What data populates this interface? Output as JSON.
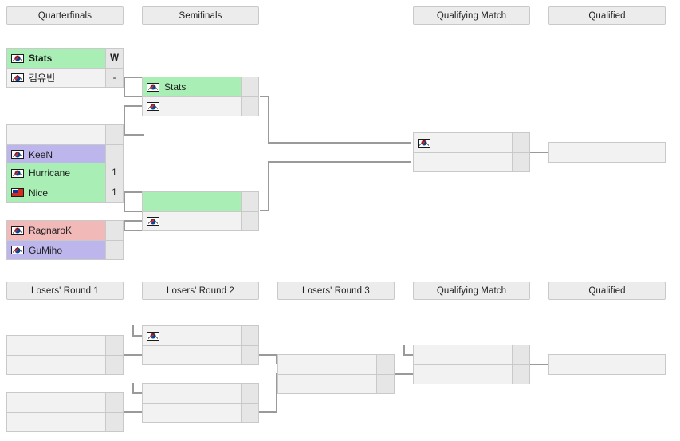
{
  "upper_bracket": {
    "round_headers": [
      {
        "label": "Quarterfinals"
      },
      {
        "label": "Semifinals"
      },
      {
        "label": "Qualifying Match"
      },
      {
        "label": "Qualified"
      }
    ],
    "matches": [
      {
        "id": "ub-qf1",
        "rows": [
          {
            "name": "Stats",
            "flag": "kr",
            "score": "W",
            "state": "win",
            "bold": true
          },
          {
            "name": "김유빈",
            "flag": "kr",
            "score": "-",
            "state": "none",
            "bold": false
          }
        ]
      },
      {
        "id": "ub-qf2",
        "rows": [
          {
            "name": "",
            "flag": "",
            "score": "",
            "state": "none",
            "bold": false
          },
          {
            "name": "KeeN",
            "flag": "kr",
            "score": "",
            "state": "adv",
            "bold": false
          }
        ]
      },
      {
        "id": "ub-qf3",
        "rows": [
          {
            "name": "Hurricane",
            "flag": "kr",
            "score": "1",
            "state": "win",
            "bold": false
          },
          {
            "name": "Nice",
            "flag": "cl",
            "score": "1",
            "state": "win",
            "bold": false
          }
        ]
      },
      {
        "id": "ub-qf4",
        "rows": [
          {
            "name": "RagnaroK",
            "flag": "kr",
            "score": "",
            "state": "loss",
            "bold": false
          },
          {
            "name": "GuMiho",
            "flag": "kr",
            "score": "",
            "state": "adv",
            "bold": false
          }
        ]
      },
      {
        "id": "ub-sf1",
        "rows": [
          {
            "name": "Stats",
            "flag": "kr",
            "score": "",
            "state": "win",
            "bold": false
          },
          {
            "name": "",
            "flag": "kr",
            "score": "",
            "state": "none",
            "bold": false
          }
        ]
      },
      {
        "id": "ub-sf2",
        "rows": [
          {
            "name": "",
            "flag": "",
            "score": "",
            "state": "win",
            "bold": false
          },
          {
            "name": "",
            "flag": "kr",
            "score": "",
            "state": "none",
            "bold": false
          }
        ]
      },
      {
        "id": "ub-qm",
        "rows": [
          {
            "name": "",
            "flag": "kr",
            "score": "",
            "state": "none",
            "bold": false
          },
          {
            "name": "",
            "flag": "",
            "score": "",
            "state": "none",
            "bold": false
          }
        ]
      }
    ],
    "qualified_slot": {
      "name": "",
      "flag": ""
    }
  },
  "lower_bracket": {
    "round_headers": [
      {
        "label": "Losers' Round 1"
      },
      {
        "label": "Losers' Round 2"
      },
      {
        "label": "Losers' Round 3"
      },
      {
        "label": "Qualifying Match"
      },
      {
        "label": "Qualified"
      }
    ],
    "matches": [
      {
        "id": "lb-r1m1",
        "rows": [
          {
            "name": "",
            "flag": "",
            "score": "",
            "state": "none",
            "bold": false
          },
          {
            "name": "",
            "flag": "",
            "score": "",
            "state": "none",
            "bold": false
          }
        ]
      },
      {
        "id": "lb-r1m2",
        "rows": [
          {
            "name": "",
            "flag": "",
            "score": "",
            "state": "none",
            "bold": false
          },
          {
            "name": "",
            "flag": "",
            "score": "",
            "state": "none",
            "bold": false
          }
        ]
      },
      {
        "id": "lb-r2m1",
        "rows": [
          {
            "name": "",
            "flag": "kr",
            "score": "",
            "state": "none",
            "bold": false
          },
          {
            "name": "",
            "flag": "",
            "score": "",
            "state": "none",
            "bold": false
          }
        ]
      },
      {
        "id": "lb-r2m2",
        "rows": [
          {
            "name": "",
            "flag": "",
            "score": "",
            "state": "none",
            "bold": false
          },
          {
            "name": "",
            "flag": "",
            "score": "",
            "state": "none",
            "bold": false
          }
        ]
      },
      {
        "id": "lb-r3m1",
        "rows": [
          {
            "name": "",
            "flag": "",
            "score": "",
            "state": "none",
            "bold": false
          },
          {
            "name": "",
            "flag": "",
            "score": "",
            "state": "none",
            "bold": false
          }
        ]
      },
      {
        "id": "lb-qm",
        "rows": [
          {
            "name": "",
            "flag": "",
            "score": "",
            "state": "none",
            "bold": false
          },
          {
            "name": "",
            "flag": "",
            "score": "",
            "state": "none",
            "bold": false
          }
        ]
      }
    ],
    "qualified_slot": {
      "name": "",
      "flag": ""
    }
  },
  "colors": {
    "win": "#a9efb5",
    "loss": "#f2b9b9",
    "advanced": "#bdb6ec",
    "box_bg": "#f2f2f2",
    "score_bg": "#e6e6e6",
    "border": "#c9c9c9",
    "connector": "#9a9a9a",
    "header_bg": "#ececec"
  }
}
